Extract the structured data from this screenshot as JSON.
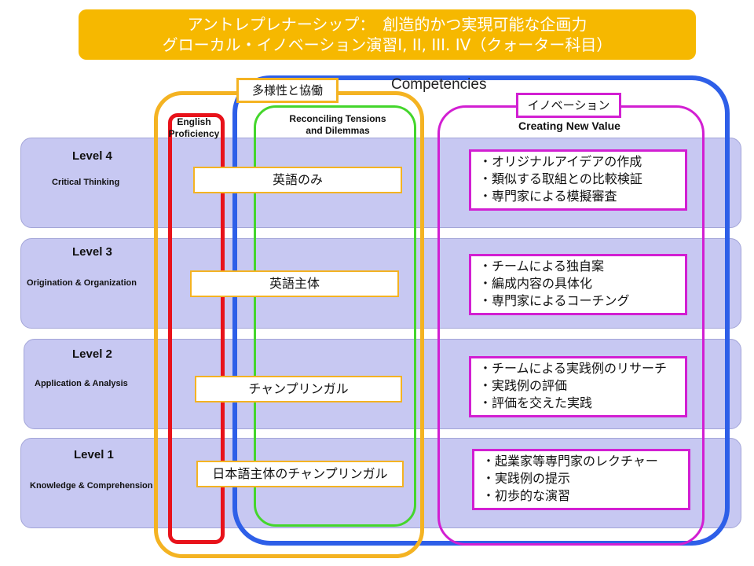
{
  "title": {
    "line1": "アントレプレナーシップ：　創造的かつ実現可能な企画力",
    "line2": "グローカル・イノベーション演習I, II, III. IV（クォーター科目）"
  },
  "competencies_label": "Competencies",
  "diversity_tag": "多様性と協働",
  "innovation_tag": "イノベーション",
  "english_heading": "English\nProficiency",
  "tensions_heading": "Reconciling Tensions\nand Dilemmas",
  "creating_heading": "Creating New Value",
  "levels": [
    {
      "title": "Level 4",
      "subtitle": "Critical Thinking",
      "english": "英語のみ",
      "innovation": [
        "・オリジナルアイデアの作成",
        "・類似する取組との比較検証",
        "・専門家による模擬審査"
      ]
    },
    {
      "title": "Level 3",
      "subtitle": "Origination & Organization",
      "english": "英語主体",
      "innovation": [
        "・チームによる独自案",
        "・編成内容の具体化",
        "・専門家によるコーチング"
      ]
    },
    {
      "title": "Level 2",
      "subtitle": "Application & Analysis",
      "english": "チャンプリンガル",
      "innovation": [
        "・チームによる実践例のリサーチ",
        "・実践例の評価",
        "・評価を交えた実践"
      ]
    },
    {
      "title": "Level 1",
      "subtitle": "Knowledge & Comprehension",
      "english": "日本語主体のチャンプリンガル",
      "innovation": [
        "・起業家等専門家のレクチャー",
        "・実践例の提示",
        "・初歩的な演習"
      ]
    }
  ],
  "colors": {
    "banner": "#f6b800",
    "band": "#c7c8f2",
    "competencies_outline": "#2e5fe8",
    "diversity_outline": "#f4b322",
    "english_outline": "#e8121a",
    "tensions_outline": "#44d62c",
    "innovation_outline": "#d21fd2"
  }
}
